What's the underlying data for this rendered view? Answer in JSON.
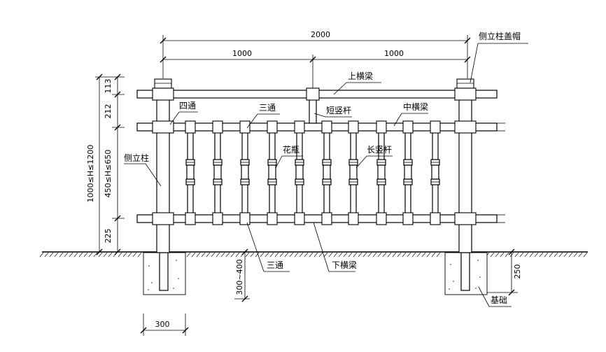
{
  "dimensions": {
    "total_width": "2000",
    "half_left": "1000",
    "half_right": "1000",
    "top_offset": "113",
    "rail_gap": "212",
    "span_range": "450≤H≤650",
    "bottom_offset": "225",
    "height_range": "1000≤H≤1200",
    "embed_depth": "300~400",
    "footing_depth": "250",
    "footing_width": "300"
  },
  "labels": {
    "post_cap": "侧立柱盖帽",
    "top_rail": "上横梁",
    "four_way": "四通",
    "three_way_top": "三通",
    "short_post": "短竖杆",
    "middle_rail": "中横梁",
    "side_post": "侧立柱",
    "vase": "花瓶",
    "long_post": "长竖杆",
    "three_way_bottom": "三通",
    "bottom_rail": "下横梁",
    "foundation": "基础"
  }
}
